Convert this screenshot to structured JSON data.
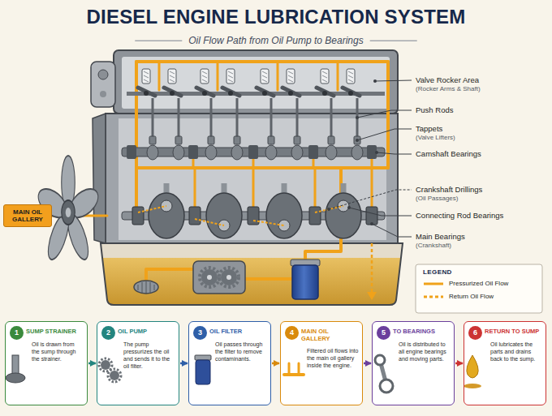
{
  "diagram": {
    "title": "DIESEL ENGINE LUBRICATION SYSTEM",
    "caption": "Oil Flow Path from Oil Pump to Bearings",
    "nodes": [
      {
        "text": [
          "MAIN OIL GALLERY"
        ]
      },
      {
        "text": [
          "SUMP STRAINER",
          "Oil is drawn from the sump through the strainer."
        ]
      },
      {
        "text": [
          "1"
        ],
        "in": 1
      },
      {
        "text": [
          "OIL PUMP",
          "The pump pressurizes the oil and sends it to the oil filter."
        ]
      },
      {
        "text": [
          "2"
        ],
        "in": 3
      },
      {
        "text": [
          "OIL FILTER",
          "Oil passes through the filter to remove contaminants."
        ]
      },
      {
        "text": [
          "3"
        ],
        "in": 5
      },
      {
        "text": [
          "MAIN OIL GALLERY",
          "Filtered oil flows into the main oil gallery inside the engine."
        ]
      },
      {
        "text": [
          "4"
        ],
        "in": 7
      },
      {
        "text": [
          "TO BEARINGS",
          "Oil is distributed to all engine bearings and moving parts."
        ]
      },
      {
        "text": [
          "5"
        ],
        "in": 9
      },
      {
        "text": [
          "RETURN TO SUMP",
          "Oil lubricates the parts and drains back to the sump."
        ]
      },
      {
        "text": [
          "6"
        ],
        "in": 11
      }
    ],
    "edges": [
      {
        "from": 1,
        "to": 3,
        "arrow": "to"
      },
      {
        "from": 3,
        "to": 5,
        "arrow": "to"
      },
      {
        "from": 5,
        "to": 7,
        "arrow": "to"
      },
      {
        "from": 7,
        "to": 9,
        "arrow": "to"
      },
      {
        "from": 9,
        "to": 11,
        "arrow": "to"
      }
    ],
    "labels": [
      "Valve Rocker Area",
      "(Rocker Arms & Shaft)",
      "Push Rods",
      "Tappets",
      "(Valve Lifters)",
      "Camshaft Bearings",
      "Crankshaft Drillings",
      "(Oil Passages)",
      "Connecting Rod Bearings",
      "Main Bearings",
      "(Crankshaft)",
      "LEGEND"
    ],
    "legend": [
      {
        "text": "Pressurized Oil Flow"
      },
      {
        "text": "Return Oil Flow"
      }
    ]
  }
}
